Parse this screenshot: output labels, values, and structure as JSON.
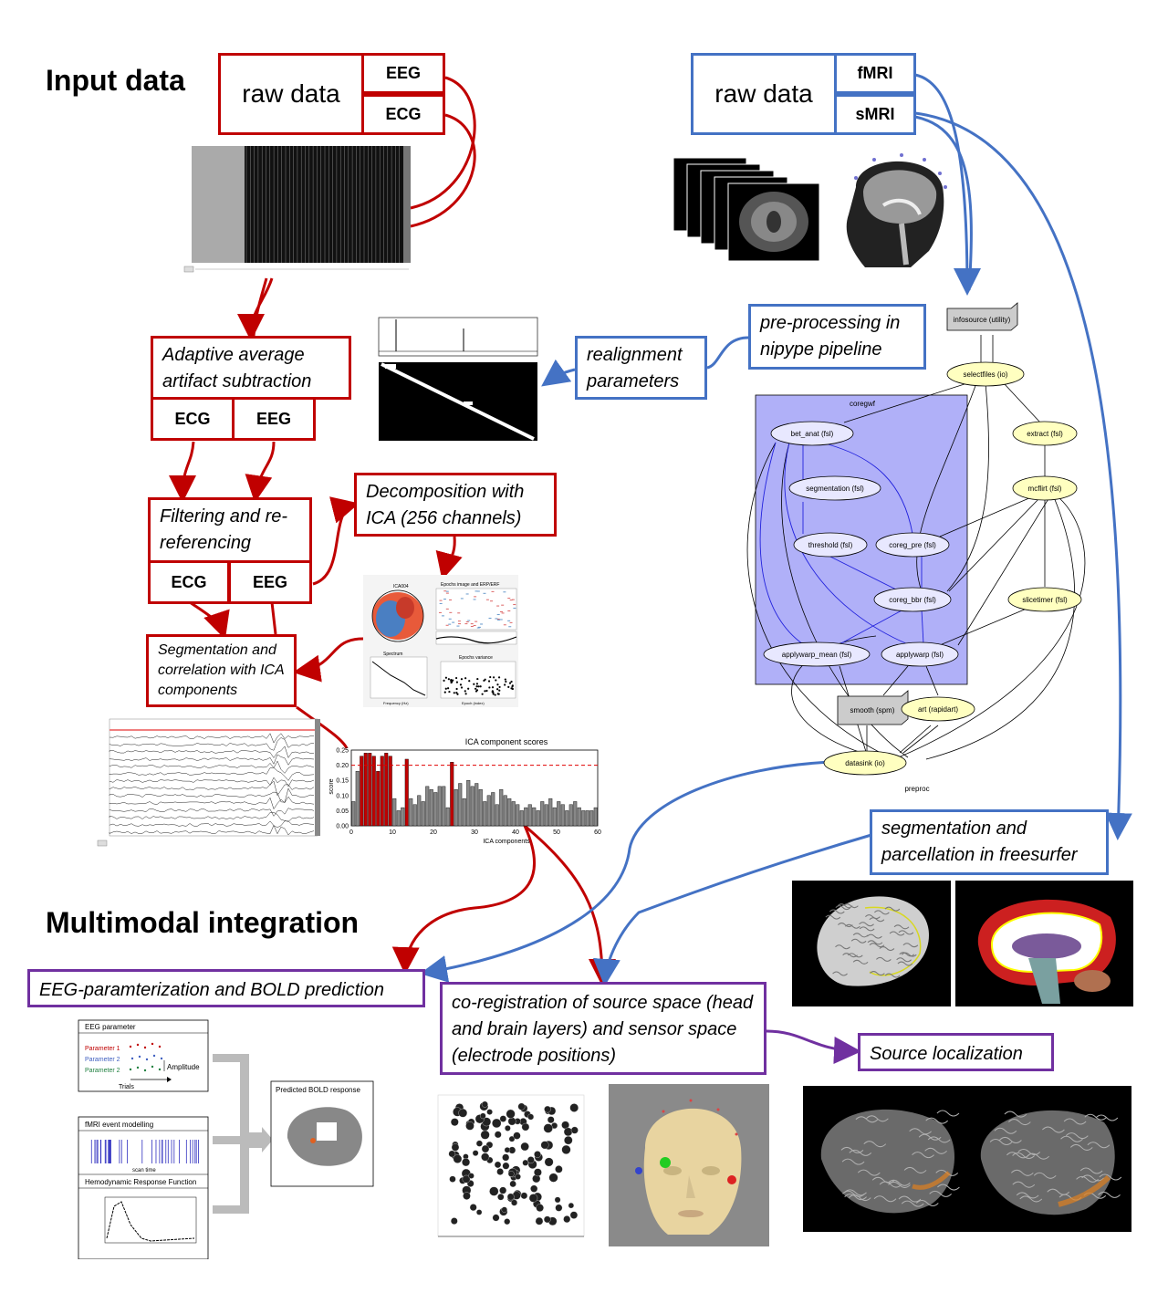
{
  "headings": {
    "input": "Input data",
    "multimodal": "Multimodal integration"
  },
  "eeg_raw": {
    "label": "raw data",
    "ch1": "EEG",
    "ch2": "ECG"
  },
  "mri_raw": {
    "label": "raw data",
    "ch1": "fMRI",
    "ch2": "sMRI"
  },
  "aas": {
    "label": "Adaptive average artifact subtraction",
    "ch1": "ECG",
    "ch2": "EEG"
  },
  "filt": {
    "label": "Filtering and re-referencing",
    "ch1": "ECG",
    "ch2": "EEG"
  },
  "ica_decomp": {
    "label": "Decomposition with ICA (256 channels)"
  },
  "seg_corr": {
    "label": "Segmentation and correlation with ICA components"
  },
  "realign": {
    "label": "realignment parameters"
  },
  "preproc_box": {
    "label": "pre-processing in nipype pipeline"
  },
  "freesurfer": {
    "label": "segmentation and parcellation in freesurfer"
  },
  "eeg_param_box": {
    "label": "EEG-paramterization and BOLD prediction"
  },
  "coreg_box": {
    "label": "co-registration of source space (head and brain layers) and sensor space (electrode positions)"
  },
  "source_box": {
    "label": "Source localization"
  },
  "ica_panel": {
    "title": "ICA004",
    "epochs": "Epochs image and ERP/ERF",
    "spectrum": "Spectrum",
    "variance": "Epochs variance",
    "freq": "Frequency (Hz)",
    "epoch_idx": "Epoch (index)"
  },
  "nipype": {
    "cluster": "coregwf",
    "footer": "preproc",
    "nodes": {
      "infosource": "infosource (utility)",
      "selectfiles": "selectfiles (io)",
      "extract": "extract (fsl)",
      "mcflirt": "mcflirt (fsl)",
      "slicetimer": "slicetimer (fsl)",
      "bet": "bet_anat (fsl)",
      "segmentation": "segmentation (fsl)",
      "threshold": "threshold (fsl)",
      "coreg_pre": "coreg_pre (fsl)",
      "coreg_bbr": "coreg_bbr (fsl)",
      "applywarp_mean": "applywarp_mean (fsl)",
      "applywarp": "applywarp (fsl)",
      "smooth": "smooth (spm)",
      "art": "art (rapidart)",
      "datasink": "datasink (io)"
    }
  },
  "eeg_param_panel": {
    "title": "EEG parameter",
    "p1": "Parameter 1",
    "p2": "Parameter 2",
    "p3": "Parameter 2",
    "amplitude": "Amplitude",
    "trials": "Trials",
    "fmri_title": "fMRI event modelling",
    "scan_time": "scan time",
    "hrf_title": "Hemodynamic Response Function",
    "bold_title": "Predicted BOLD response"
  },
  "chart_data": {
    "type": "bar",
    "title": "ICA component scores",
    "xlabel": "ICA components",
    "ylabel": "score",
    "xlim": [
      0,
      60
    ],
    "ylim": [
      0,
      0.25
    ],
    "yticks": [
      "0.00",
      "0.05",
      "0.10",
      "0.15",
      "0.20",
      "0.25"
    ],
    "xticks": [
      "0",
      "10",
      "20",
      "30",
      "40",
      "50",
      "60"
    ],
    "threshold": 0.2,
    "values": [
      0.08,
      0.18,
      0.23,
      0.24,
      0.24,
      0.23,
      0.18,
      0.23,
      0.24,
      0.23,
      0.09,
      0.05,
      0.06,
      0.22,
      0.09,
      0.07,
      0.1,
      0.08,
      0.13,
      0.12,
      0.11,
      0.13,
      0.13,
      0.06,
      0.21,
      0.12,
      0.14,
      0.09,
      0.15,
      0.13,
      0.14,
      0.12,
      0.08,
      0.1,
      0.11,
      0.07,
      0.12,
      0.1,
      0.09,
      0.08,
      0.07,
      0.05,
      0.06,
      0.07,
      0.06,
      0.05,
      0.08,
      0.07,
      0.09,
      0.06,
      0.08,
      0.07,
      0.05,
      0.07,
      0.08,
      0.06,
      0.05,
      0.05,
      0.05,
      0.06
    ],
    "highlight": [
      2,
      3,
      4,
      5,
      6,
      7,
      8,
      9,
      13,
      24
    ]
  }
}
